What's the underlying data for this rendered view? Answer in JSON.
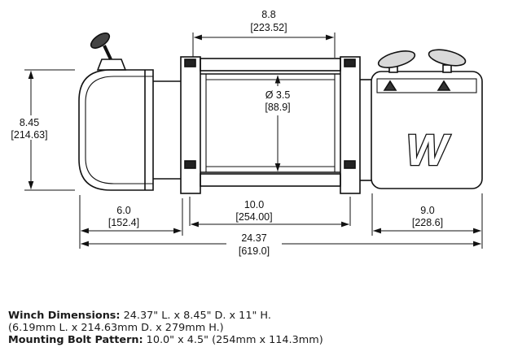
{
  "diagram": {
    "dim_top": {
      "in": "8.8",
      "mm": "[223.52]"
    },
    "dim_height": {
      "in": "8.45",
      "mm": "[214.63]"
    },
    "dim_drum": {
      "in": "Ø 3.5",
      "mm": "[88.9]"
    },
    "dim_motor": {
      "in": "6.0",
      "mm": "[152.4]"
    },
    "dim_bolt": {
      "in": "10.0",
      "mm": "[254.00]"
    },
    "dim_control": {
      "in": "9.0",
      "mm": "[228.6]"
    },
    "dim_overall": {
      "in": "24.37",
      "mm": "[619.0]"
    },
    "logo": "W"
  },
  "notes": {
    "dims_label": "Winch Dimensions:",
    "dims_value": " 24.37\" L. x 8.45\" D. x 11\" H.",
    "dims_metric": "(6.19mm L. x 214.63mm D. x 279mm H.)",
    "bolt_label": "Mounting Bolt Pattern:",
    "bolt_value": " 10.0\" x 4.5\" (254mm x 114.3mm)"
  }
}
